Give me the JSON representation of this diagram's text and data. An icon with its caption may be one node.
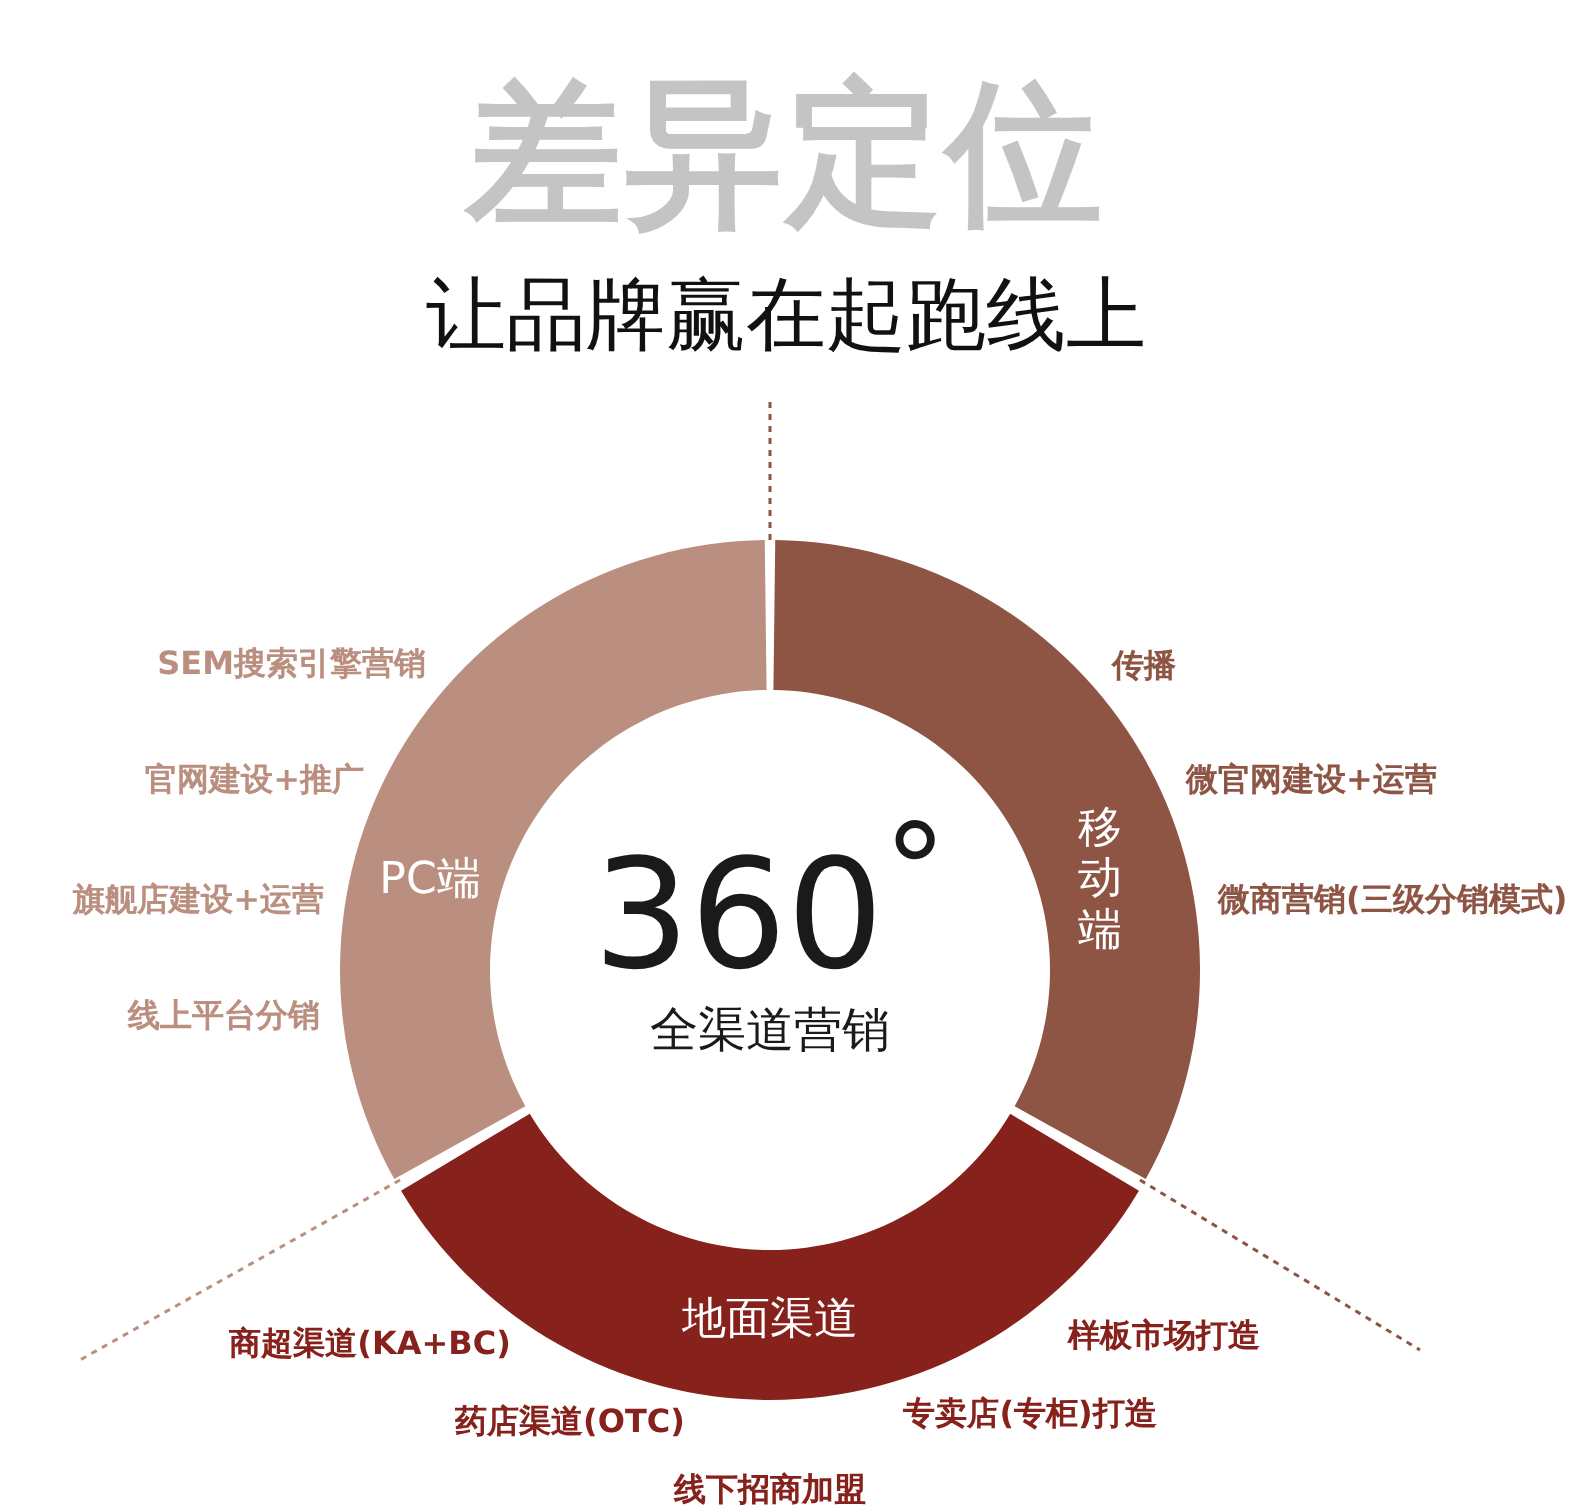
{
  "diagram": {
    "title": "差异定位",
    "nodes": [
      {
        "text": [
          "PC端"
        ]
      },
      {
        "text": [
          "移动端"
        ]
      },
      {
        "text": [
          "地面渠道"
        ]
      }
    ],
    "edges": [],
    "labels": [
      "让品牌赢在起跑线上",
      "SEM搜索引擎营销",
      "传播",
      "官网建设+推广",
      "微官网建设+运营",
      "旗舰店建设+运营",
      "360$^{°}$",
      "微商营销(三级分销模式)",
      "全渠道营销",
      "线上平台分销",
      "样板市场打造",
      "商超渠道(KA+BC)",
      "专卖店(专柜)打造",
      "药店渠道(OTC)",
      "线下招商加盟"
    ]
  }
}
